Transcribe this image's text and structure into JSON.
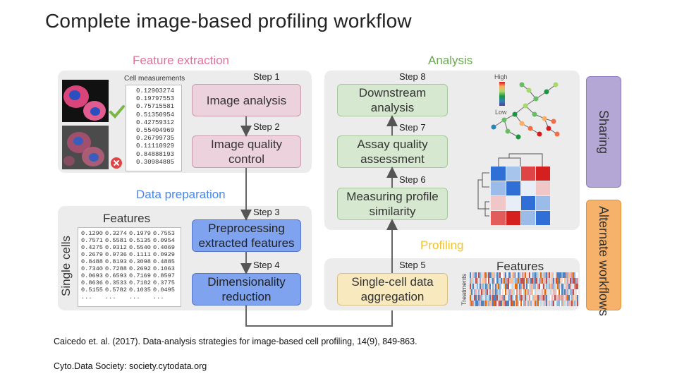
{
  "title": "Complete image-based profiling workflow",
  "sections": {
    "feature_extraction": "Feature extraction",
    "analysis": "Analysis",
    "data_preparation": "Data preparation",
    "profiling": "Profiling"
  },
  "steps": [
    {
      "label": "Step 1",
      "text": "Image analysis"
    },
    {
      "label": "Step 2",
      "text": "Image quality control"
    },
    {
      "label": "Step 3",
      "text": "Preprocessing extracted features"
    },
    {
      "label": "Step 4",
      "text": "Dimensionality reduction"
    },
    {
      "label": "Step 5",
      "text": "Single-cell data aggregation"
    },
    {
      "label": "Step 6",
      "text": "Measuring profile similarity"
    },
    {
      "label": "Step 7",
      "text": "Assay quality assessment"
    },
    {
      "label": "Step 8",
      "text": "Downstream analysis"
    }
  ],
  "cell_measurements": {
    "label": "Cell measurements",
    "values": [
      "0.12903274",
      "0.19797553",
      "0.75715581",
      "0.51350954",
      "0.42759312",
      "0.55404969",
      "0.26799735",
      "0.11110929",
      "0.84888193",
      "0.30984885"
    ]
  },
  "features_table": {
    "title": "Features",
    "row_label": "Single cells",
    "rows": [
      [
        "0.1290",
        "0.3274",
        "0.1979",
        "0.7553"
      ],
      [
        "0.7571",
        "0.5581",
        "0.5135",
        "0.0954"
      ],
      [
        "0.4275",
        "0.9312",
        "0.5540",
        "0.4069"
      ],
      [
        "0.2679",
        "0.9736",
        "0.1111",
        "0.0929"
      ],
      [
        "0.8488",
        "0.8193",
        "0.3098",
        "0.4885"
      ],
      [
        "0.7340",
        "0.7288",
        "0.2692",
        "0.1063"
      ],
      [
        "0.0693",
        "0.6593",
        "0.7169",
        "0.8597"
      ],
      [
        "0.8636",
        "0.3533",
        "0.7102",
        "0.3775"
      ],
      [
        "0.5155",
        "0.5782",
        "0.1035",
        "0.0495"
      ]
    ],
    "ellipsis": [
      "...",
      "...",
      "...",
      "..."
    ]
  },
  "profiling_heatmap": {
    "title": "Features",
    "row_label": "Treatments"
  },
  "legend": {
    "high": "High",
    "low": "Low"
  },
  "side_panels": {
    "sharing": "Sharing",
    "alternate": "Alternate workflows"
  },
  "citation": "Caicedo et. al. (2017). Data-analysis strategies for image-based cell profiling, 14(9), 849-863.",
  "credit": "Cyto.Data Society: society.cytodata.org",
  "colors": {
    "feature_extraction": "#e0709a",
    "analysis": "#6aa84f",
    "data_preparation": "#4a86e8",
    "profiling": "#f1c232",
    "sharing": "#b4a7d6",
    "alternate": "#f6b26b"
  }
}
